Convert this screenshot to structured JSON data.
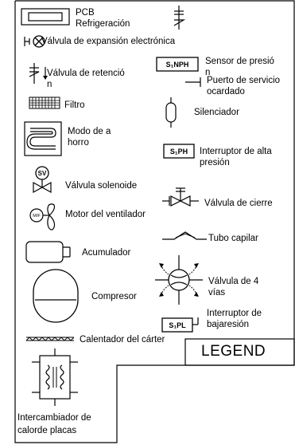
{
  "legend": {
    "title": "LEGEND",
    "left_column": [
      {
        "icon": "pcb-icon",
        "label": "PCB\nRefrigeración"
      },
      {
        "icon": "electronic-expansion-valve-icon",
        "label": "Válvula de expansión electrónica"
      },
      {
        "icon": "check-valve-icon",
        "label": "Válvula de retenció\nn"
      },
      {
        "icon": "filter-icon",
        "label": "Filtro"
      },
      {
        "icon": "saving-mode-icon",
        "label": "Modo de a\nhorro"
      },
      {
        "icon": "solenoid-valve-icon",
        "icon_text": "SV",
        "label": "Válvula solenoide"
      },
      {
        "icon": "fan-motor-icon",
        "icon_text": "M/F",
        "label": "Motor del ventilador"
      },
      {
        "icon": "accumulator-icon",
        "label": "Acumulador"
      },
      {
        "icon": "compressor-icon",
        "label": "Compresor"
      },
      {
        "icon": "crankcase-heater-icon",
        "label": "Calentador del cárter"
      },
      {
        "icon": "plate-heat-exchanger-icon",
        "label": "Intercambiador de\ncalorde placas"
      }
    ],
    "right_column": [
      {
        "icon": "check-valve-top-icon",
        "label": ""
      },
      {
        "icon": "low-pressure-sensor-icon",
        "icon_text": "S₁NPH",
        "label": "Sensor de presió\nn"
      },
      {
        "icon": "service-port-icon",
        "label": "Puerto de servicio\nocardado"
      },
      {
        "icon": "silencer-icon",
        "label": "Silenciador"
      },
      {
        "icon": "high-pressure-switch-icon",
        "icon_text": "S₁PH",
        "label": "Interruptor de alta\npresión"
      },
      {
        "icon": "stop-valve-icon",
        "label": "Válvula de cierre"
      },
      {
        "icon": "capillary-tube-icon",
        "label": "Tubo capilar"
      },
      {
        "icon": "four-way-valve-icon",
        "label": "Válvula de 4\nvías"
      },
      {
        "icon": "low-pressure-switch-icon",
        "icon_text": "S₁PL",
        "label": "Interruptor de\nbajaresión"
      }
    ]
  }
}
